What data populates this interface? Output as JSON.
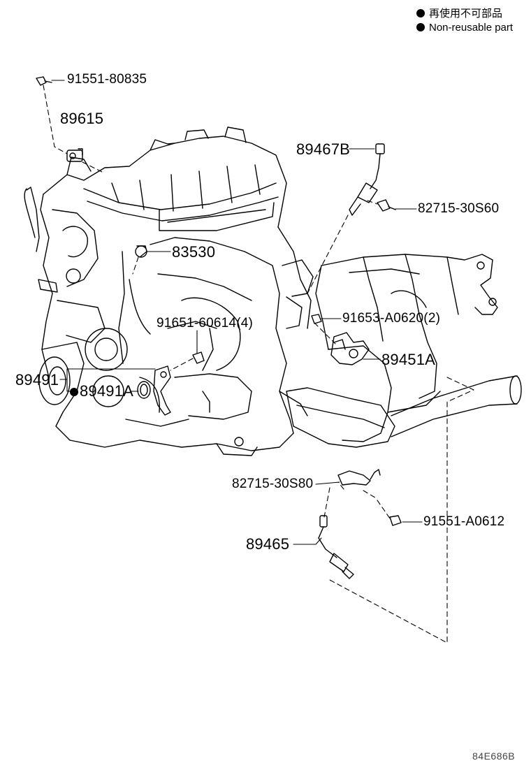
{
  "legend": {
    "items": [
      {
        "marker": "filled-dot",
        "text": "再使用不可部品"
      },
      {
        "marker": "filled-dot",
        "text": "Non-reusable part"
      }
    ]
  },
  "callouts": [
    {
      "id": "c1",
      "part_no": "91551-80835"
    },
    {
      "id": "c2",
      "part_no": "89615"
    },
    {
      "id": "c3",
      "part_no": "89467B"
    },
    {
      "id": "c4",
      "part_no": "82715-30S60"
    },
    {
      "id": "c5",
      "part_no": "83530"
    },
    {
      "id": "c6",
      "part_no": "91653-A0620(2)"
    },
    {
      "id": "c7",
      "part_no": "91651-60614(4)"
    },
    {
      "id": "c8",
      "part_no": "89451A"
    },
    {
      "id": "c9",
      "part_no": "89491"
    },
    {
      "id": "c10",
      "part_no": "89491A",
      "non_reusable": true
    },
    {
      "id": "c11",
      "part_no": "82715-30S80"
    },
    {
      "id": "c12",
      "part_no": "91551-A0612"
    },
    {
      "id": "c13",
      "part_no": "89465"
    }
  ],
  "drawing_code": "84E686B"
}
